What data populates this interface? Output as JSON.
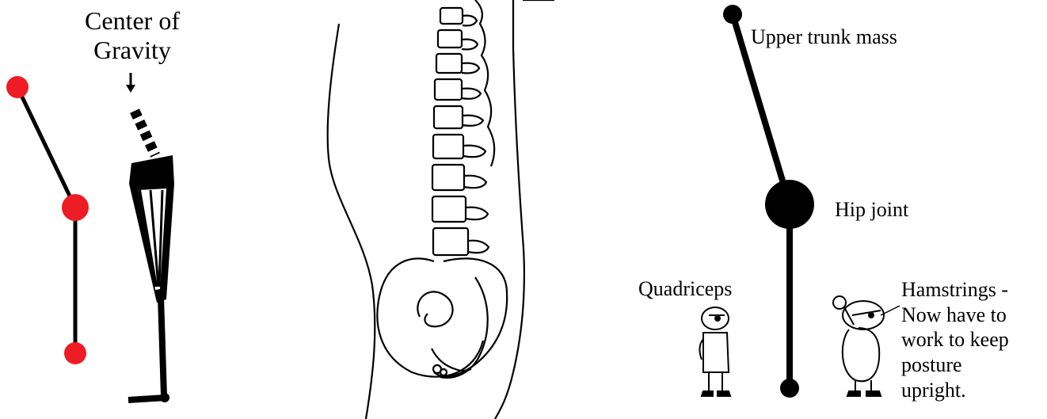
{
  "labels": {
    "center_of_gravity_line1": "Center of",
    "center_of_gravity_line2": "Gravity",
    "upper_trunk_mass": "Upper trunk mass",
    "hip_joint": "Hip joint",
    "quadriceps": "Quadriceps",
    "hamstrings_lines": [
      "Hamstrings -",
      "Now have to",
      "work to keep",
      "posture",
      "upright."
    ]
  },
  "colors": {
    "joint_red": "#ee1c24",
    "line": "#000000",
    "background": "#ffffff"
  }
}
